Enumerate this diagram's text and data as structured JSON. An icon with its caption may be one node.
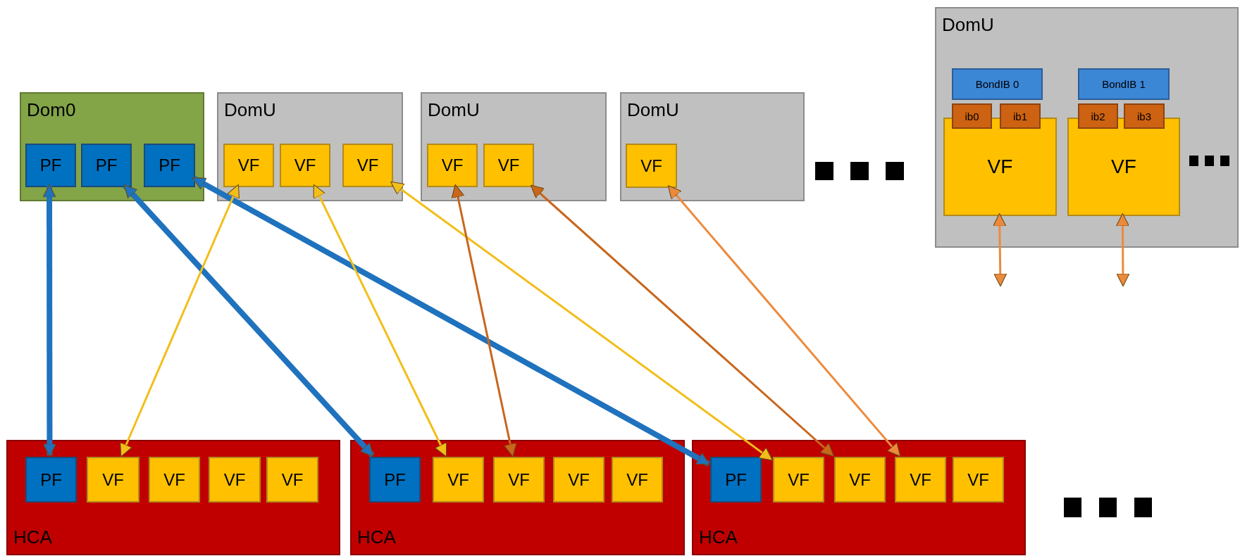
{
  "diagram": {
    "nodes": [
      {
        "text": [
          "Dom0"
        ]
      },
      {
        "text": [
          "PF"
        ],
        "in": 0
      },
      {
        "text": [
          "PF"
        ],
        "in": 0
      },
      {
        "text": [
          "PF"
        ],
        "in": 0
      },
      {
        "text": [
          "DomU"
        ]
      },
      {
        "text": [
          "VF"
        ],
        "in": 4
      },
      {
        "text": [
          "VF"
        ],
        "in": 4
      },
      {
        "text": [
          "VF"
        ],
        "in": 4
      },
      {
        "text": [
          "DomU"
        ]
      },
      {
        "text": [
          "VF"
        ],
        "in": 8
      },
      {
        "text": [
          "VF"
        ],
        "in": 8
      },
      {
        "text": [
          "DomU"
        ]
      },
      {
        "text": [
          "VF"
        ],
        "in": 11
      },
      {
        "text": [
          "DomU"
        ]
      },
      {
        "text": [
          "BondIB 0"
        ],
        "in": 13
      },
      {
        "text": [
          "BondIB 1"
        ],
        "in": 13
      },
      {
        "text": [
          "ib0"
        ],
        "in": 13
      },
      {
        "text": [
          "ib1"
        ],
        "in": 13
      },
      {
        "text": [
          "ib2"
        ],
        "in": 13
      },
      {
        "text": [
          "ib3"
        ],
        "in": 13
      },
      {
        "text": [
          "VF"
        ],
        "in": 13
      },
      {
        "text": [
          "VF"
        ],
        "in": 13
      },
      {
        "text": [
          "HCA"
        ]
      },
      {
        "text": [
          "PF"
        ],
        "in": 22
      },
      {
        "text": [
          "VF"
        ],
        "in": 22
      },
      {
        "text": [
          "VF"
        ],
        "in": 22
      },
      {
        "text": [
          "VF"
        ],
        "in": 22
      },
      {
        "text": [
          "VF"
        ],
        "in": 22
      },
      {
        "text": [
          "HCA"
        ]
      },
      {
        "text": [
          "PF"
        ],
        "in": 28
      },
      {
        "text": [
          "VF"
        ],
        "in": 28
      },
      {
        "text": [
          "VF"
        ],
        "in": 28
      },
      {
        "text": [
          "VF"
        ],
        "in": 28
      },
      {
        "text": [
          "VF"
        ],
        "in": 28
      },
      {
        "text": [
          "HCA"
        ]
      },
      {
        "text": [
          "PF"
        ],
        "in": 34
      },
      {
        "text": [
          "VF"
        ],
        "in": 34
      },
      {
        "text": [
          "VF"
        ],
        "in": 34
      },
      {
        "text": [
          "VF"
        ],
        "in": 34
      },
      {
        "text": [
          "VF"
        ],
        "in": 34
      }
    ],
    "edges": [
      {
        "from": 1,
        "to": 23,
        "arrow": "both",
        "style": "thick",
        "color": "#1f72bd"
      },
      {
        "from": 2,
        "to": 29,
        "arrow": "both",
        "style": "thick",
        "color": "#1f72bd"
      },
      {
        "from": 3,
        "to": 35,
        "arrow": "both",
        "style": "thick",
        "color": "#1f72bd"
      },
      {
        "from": 5,
        "to": 24,
        "arrow": "both",
        "color": "#f2be1a"
      },
      {
        "from": 6,
        "to": 30,
        "arrow": "both",
        "color": "#f2be1a"
      },
      {
        "from": 7,
        "to": 36,
        "arrow": "both",
        "color": "#f2be1a"
      },
      {
        "from": 9,
        "to": 31,
        "arrow": "both",
        "color": "#c8661c"
      },
      {
        "from": 10,
        "to": 37,
        "arrow": "both",
        "color": "#c8661c"
      },
      {
        "from": 12,
        "to": 38,
        "arrow": "both",
        "color": "#ec8a3c"
      },
      {
        "from": 20,
        "to": null,
        "arrow": "both",
        "color": "#ec8a3c"
      },
      {
        "from": 21,
        "to": null,
        "arrow": "both",
        "color": "#ec8a3c"
      }
    ]
  }
}
